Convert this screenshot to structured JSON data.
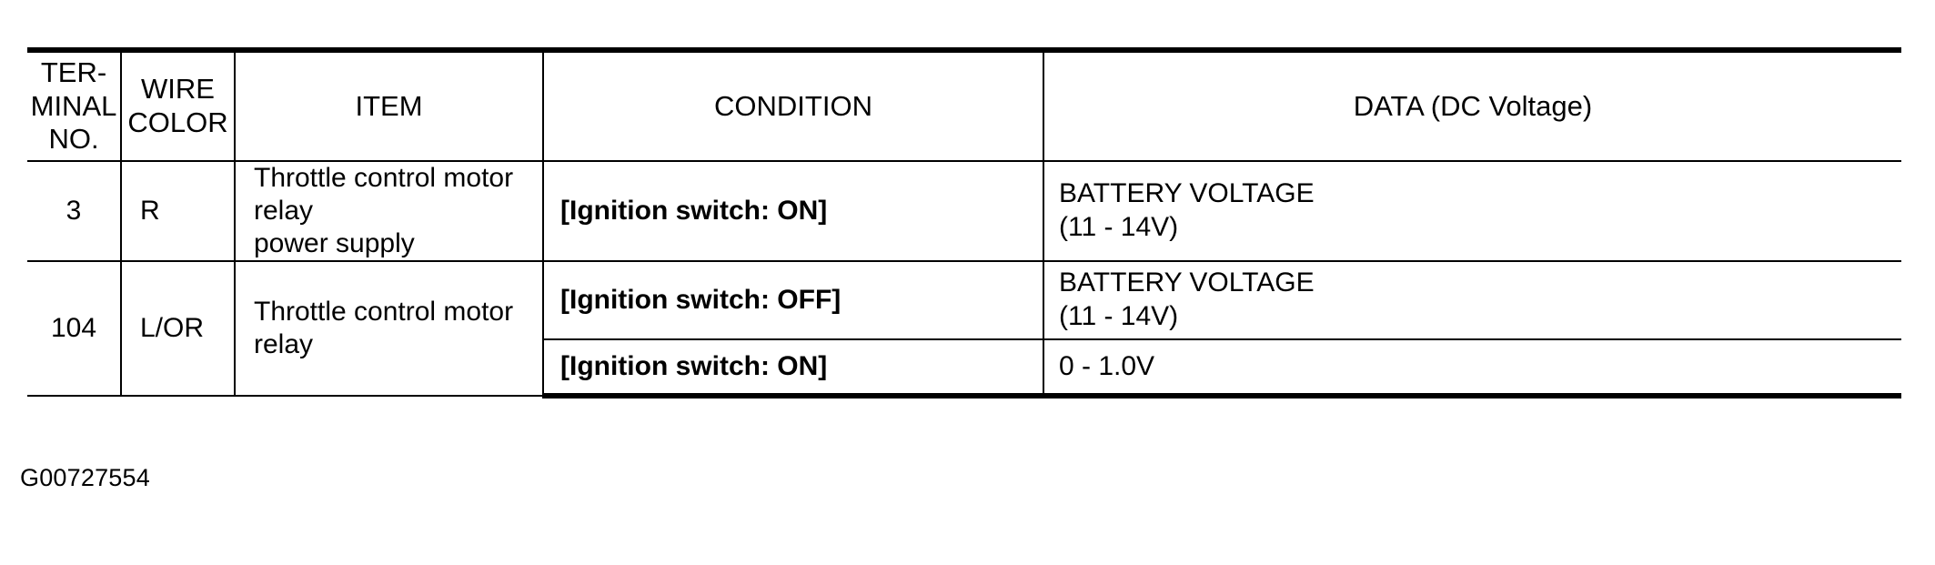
{
  "table": {
    "columns": [
      {
        "key": "terminal",
        "header_lines": [
          "TER-",
          "MINAL",
          "NO."
        ]
      },
      {
        "key": "wire_color",
        "header_lines": [
          "WIRE",
          "COLOR"
        ]
      },
      {
        "key": "item",
        "header_lines": [
          "ITEM"
        ]
      },
      {
        "key": "condition",
        "header_lines": [
          "CONDITION"
        ]
      },
      {
        "key": "data",
        "header_lines": [
          "DATA (DC Voltage)"
        ]
      }
    ],
    "headers": {
      "terminal_l1": "TER-",
      "terminal_l2": "MINAL",
      "terminal_l3": "NO.",
      "wire_l1": "WIRE",
      "wire_l2": "COLOR",
      "item": "ITEM",
      "condition": "CONDITION",
      "data": "DATA (DC Voltage)"
    },
    "rows": [
      {
        "terminal": "3",
        "wire_color": "R",
        "item_l1": "Throttle control motor relay",
        "item_l2": "power supply",
        "condition": "[Ignition switch: ON]",
        "data_l1": "BATTERY VOLTAGE",
        "data_l2": "(11 - 14V)"
      },
      {
        "terminal": "104",
        "wire_color": "L/OR",
        "item_l1": "Throttle control motor relay",
        "item_l2": "",
        "condition": "[Ignition switch: OFF]",
        "data_l1": "BATTERY VOLTAGE",
        "data_l2": "(11 - 14V)"
      },
      {
        "terminal": "",
        "wire_color": "",
        "item_l1": "",
        "item_l2": "",
        "condition": "[Ignition switch: ON]",
        "data_l1": "0 - 1.0V",
        "data_l2": ""
      }
    ]
  },
  "figure": {
    "id": "G00727554"
  },
  "colors": {
    "text": "#000000",
    "background": "#ffffff",
    "rule": "#000000"
  }
}
